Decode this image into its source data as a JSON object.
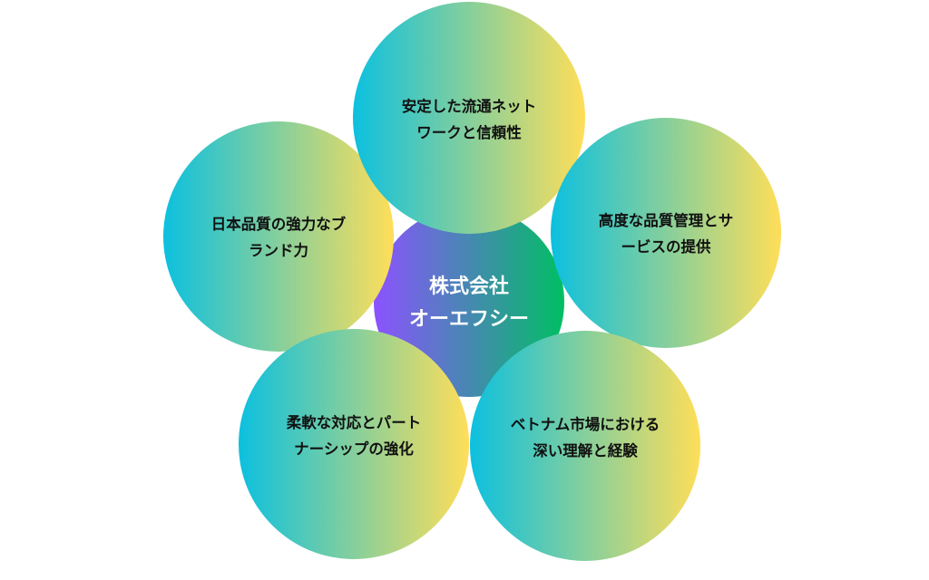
{
  "center": {
    "lines": [
      "株式会社",
      "オーエフシー"
    ]
  },
  "nodes": [
    {
      "id": "brand",
      "lines": [
        "日本品質の強力なブ",
        "ランド力"
      ]
    },
    {
      "id": "network",
      "lines": [
        "安定した流通ネット",
        "ワークと信頼性"
      ]
    },
    {
      "id": "quality",
      "lines": [
        "高度な品質管理とサ",
        "ービスの提供"
      ]
    },
    {
      "id": "partnership",
      "lines": [
        "柔軟な対応とパート",
        "ナーシップの強化"
      ]
    },
    {
      "id": "vietnam",
      "lines": [
        "ベトナム市場における",
        "深い理解と経験"
      ]
    }
  ],
  "colors": {
    "center_start": "#8c52ff",
    "center_end": "#00bf63",
    "node_start": "#0cc0df",
    "node_end": "#ffde59"
  }
}
